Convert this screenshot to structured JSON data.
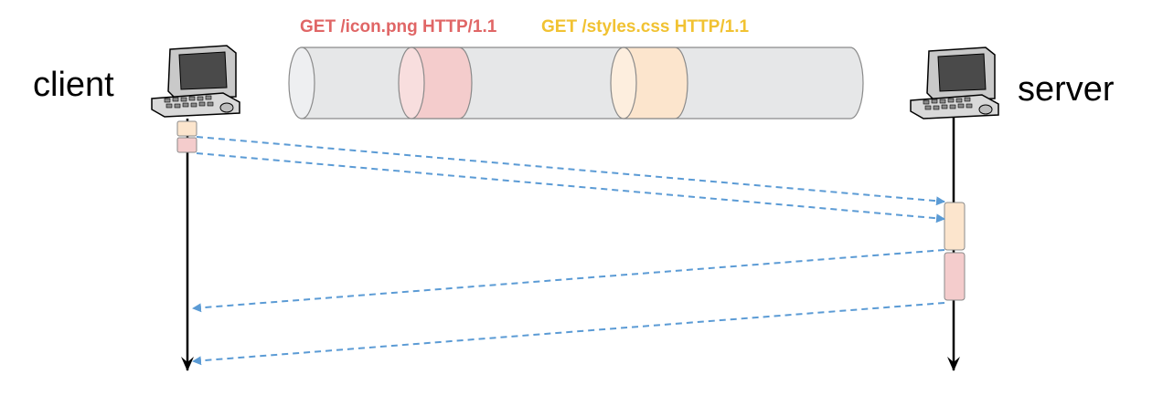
{
  "labels": {
    "client": "client",
    "server": "server",
    "request_icon": "GET /icon.png HTTP/1.1",
    "request_styles": "GET /styles.css HTTP/1.1"
  },
  "colors": {
    "request_icon_text": "#e06666",
    "request_styles_text": "#f1c232",
    "icon_fill": "#f4cccc",
    "styles_fill": "#fce5cd",
    "pipe_fill": "#e6e7e8",
    "pipe_stroke": "#8a8a8a",
    "arrow": "#5b9bd5",
    "timeline": "#000000"
  },
  "icons": {
    "client": "desktop-computer-icon",
    "server": "desktop-computer-icon"
  }
}
